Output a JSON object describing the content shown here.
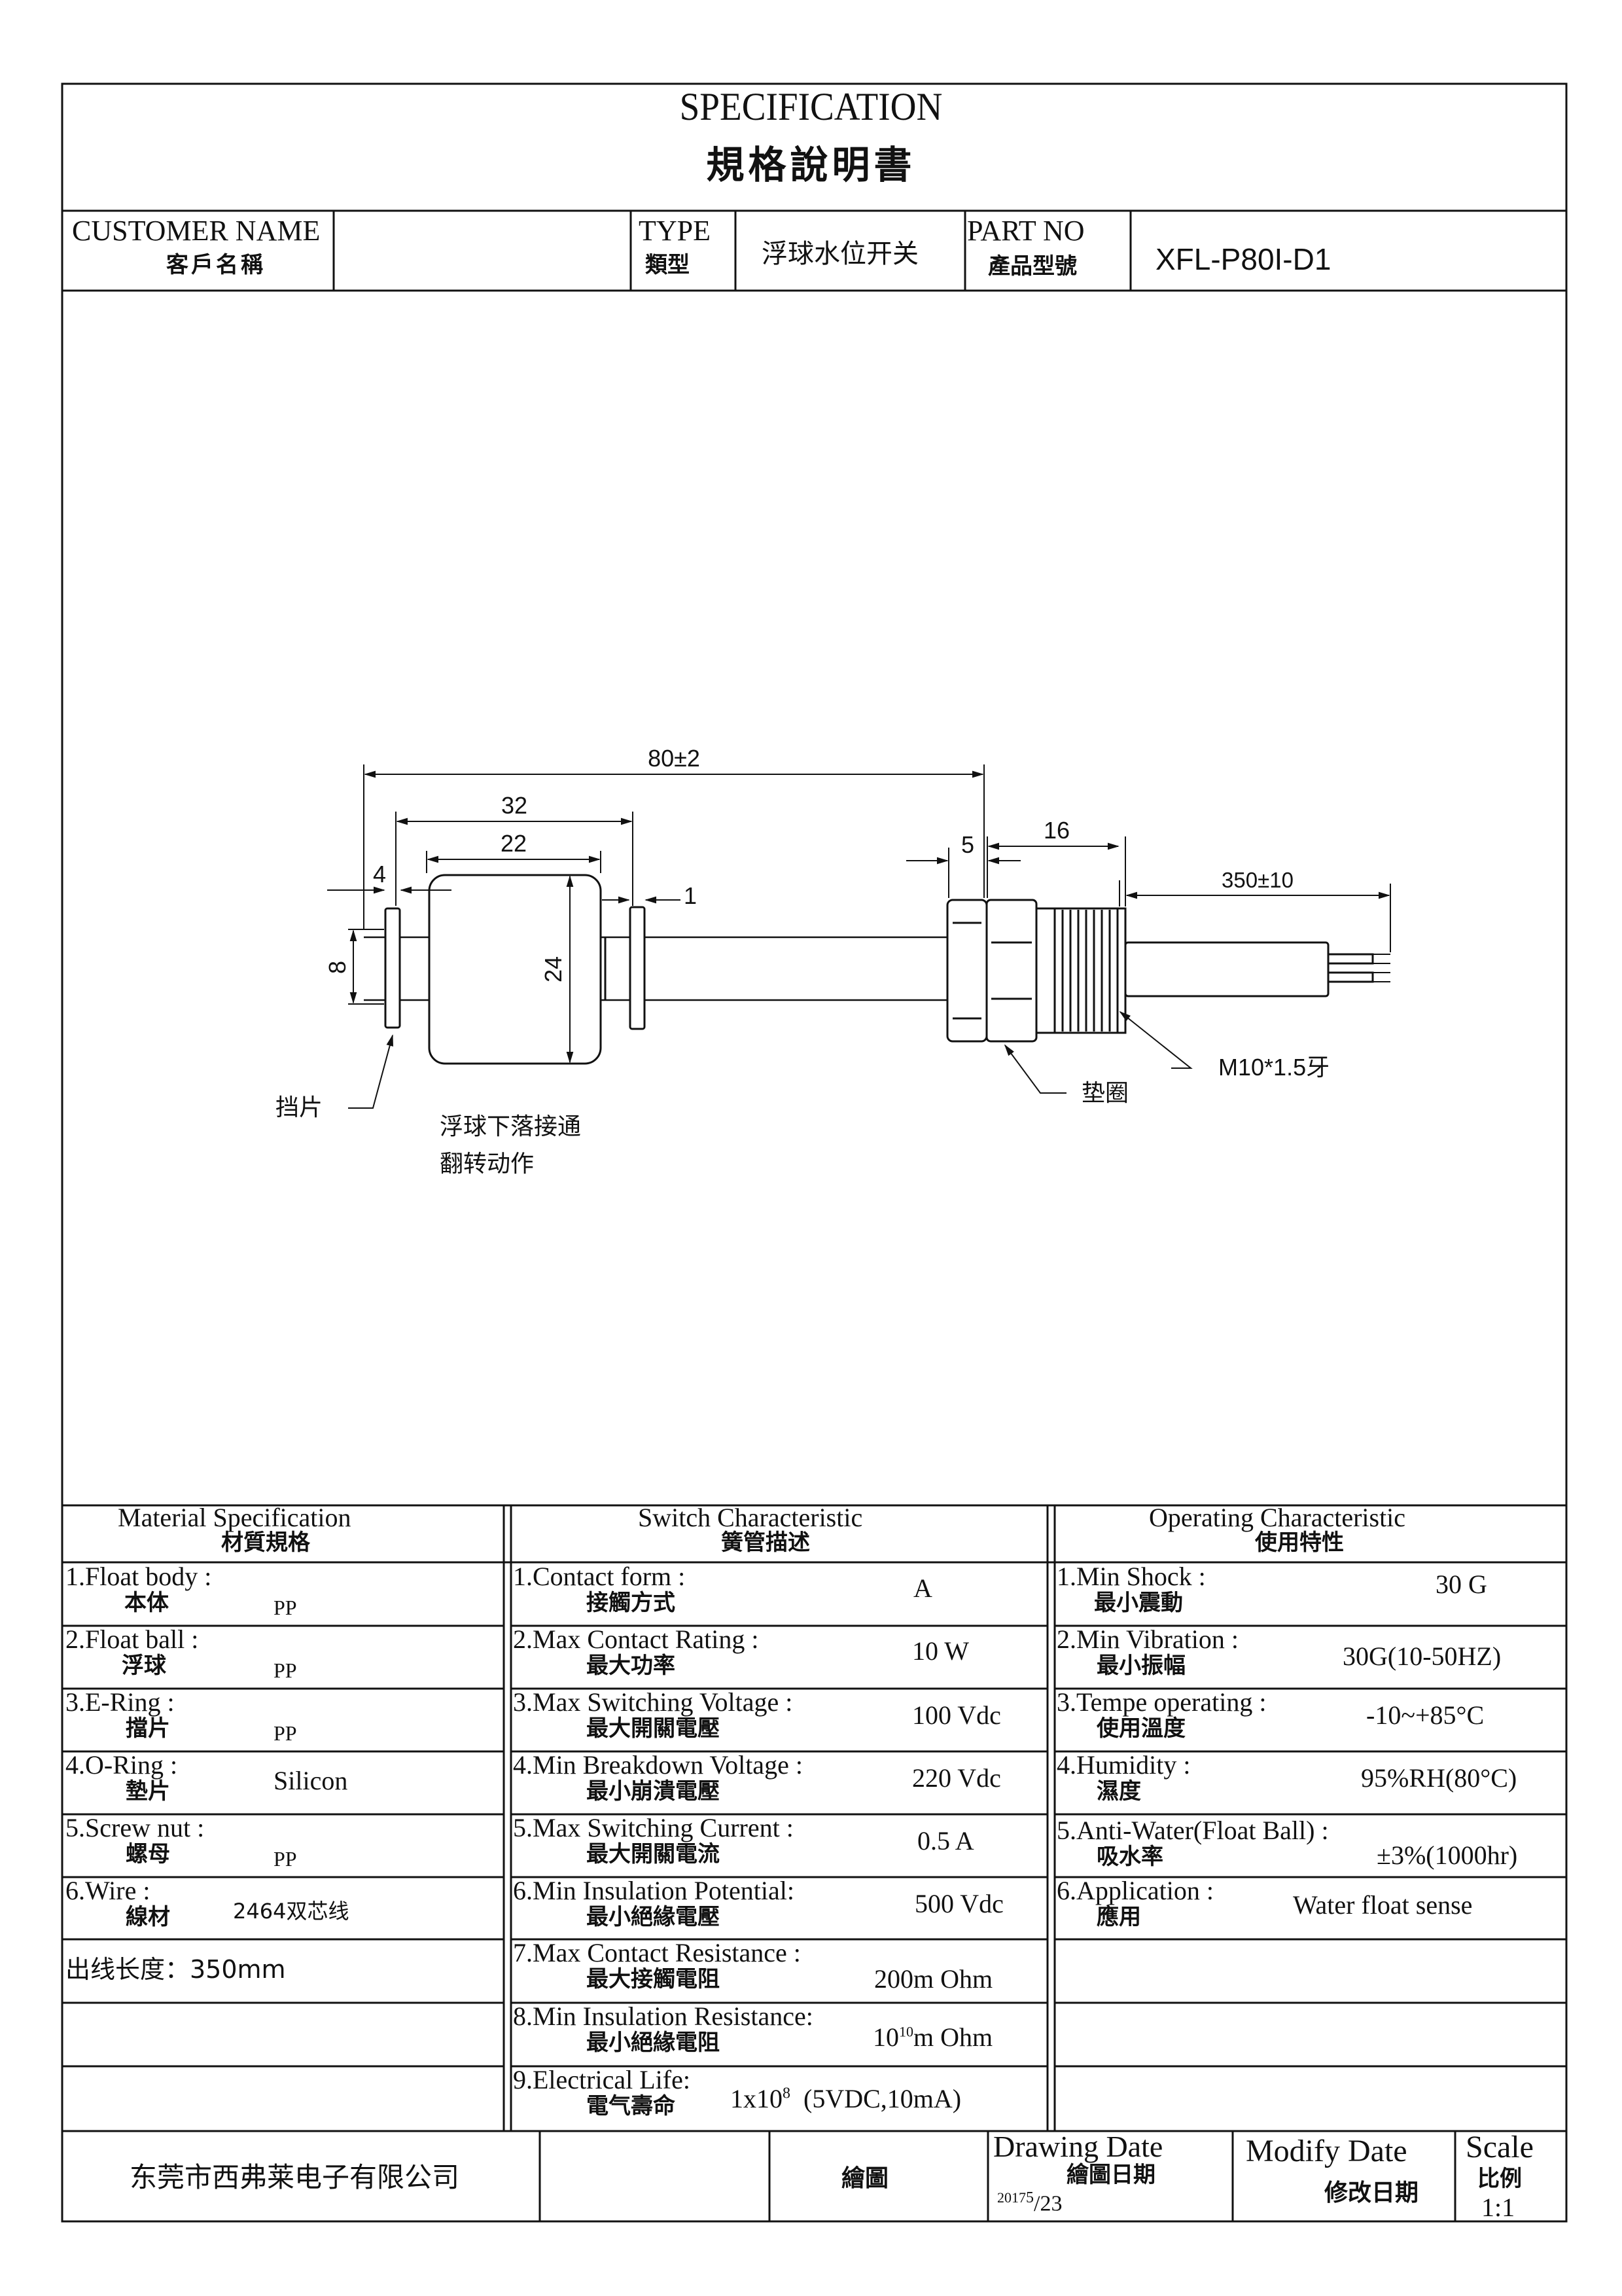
{
  "header": {
    "title_en": "SPECIFICATION",
    "title_zh": "規格說明書",
    "customer_name_en": "CUSTOMER NAME",
    "customer_name_zh": "客戶名稱",
    "customer_name_value": "",
    "type_en": "TYPE",
    "type_zh": "類型",
    "type_value": "浮球水位开关",
    "part_no_en": "PART NO",
    "part_no_zh": "產品型號",
    "part_no_value": "XFL-P80I-D1"
  },
  "drawing": {
    "dim_overall": "80±2",
    "dim_32": "32",
    "dim_22": "22",
    "dim_4": "4",
    "dim_1": "1",
    "dim_8": "8",
    "dim_24": "24",
    "dim_5": "5",
    "dim_16": "16",
    "dim_wire": "350±10",
    "thread_label": "M10*1.5牙",
    "washer_label": "垫圈",
    "clip_label": "挡片",
    "note_line1": "浮球下落接通",
    "note_line2": "翻转动作"
  },
  "material": {
    "header_en": "Material  Specification",
    "header_zh": "材質規格",
    "rows": [
      {
        "en": "1.Float body :",
        "zh": "本体",
        "value": "PP"
      },
      {
        "en": "2.Float ball :",
        "zh": "浮球",
        "value": "PP"
      },
      {
        "en": "3.E-Ring :",
        "zh": "擋片",
        "value": "PP"
      },
      {
        "en": "4.O-Ring :",
        "zh": "墊片",
        "value": "Silicon"
      },
      {
        "en": "5.Screw nut :",
        "zh": "螺母",
        "value": "PP"
      },
      {
        "en": "6.Wire :",
        "zh": "線材",
        "value": "2464双芯线"
      }
    ],
    "wire_length": "出线长度：350mm"
  },
  "switch": {
    "header_en": "Switch Characteristic",
    "header_zh": "簧管描述",
    "rows": [
      {
        "en": "1.Contact form :",
        "zh": "接觸方式",
        "value": "A"
      },
      {
        "en": "2.Max Contact Rating :",
        "zh": "最大功率",
        "value": "10 W"
      },
      {
        "en": "3.Max Switching Voltage :",
        "zh": "最大開關電壓",
        "value": "100 Vdc"
      },
      {
        "en": "4.Min Breakdown Voltage :",
        "zh": "最小崩潰電壓",
        "value": "220 Vdc"
      },
      {
        "en": "5.Max Switching Current :",
        "zh": "最大開關電流",
        "value": "0.5 A"
      },
      {
        "en": "6.Min Insulation Potential:",
        "zh": "最小絕緣電壓",
        "value": "500 Vdc"
      },
      {
        "en": "7.Max Contact Resistance :",
        "zh": "最大接觸電阻",
        "value": "200m Ohm"
      },
      {
        "en": "8.Min Insulation Resistance:",
        "zh": "最小絕緣電阻",
        "value_base": "10",
        "value_sup": "10",
        "value_unit": "m Ohm"
      },
      {
        "en": "9.Electrical Life:",
        "zh": "電气壽命",
        "value_base": "1x10",
        "value_sup": "8",
        "value_unit": "(5VDC,10mA)"
      }
    ]
  },
  "operating": {
    "header_en": "Operating Characteristic",
    "header_zh": "使用特性",
    "rows": [
      {
        "en": "1.Min Shock :",
        "zh": "最小震動",
        "value": "30 G"
      },
      {
        "en": "2.Min Vibration :",
        "zh": "最小振幅",
        "value": "30G(10-50HZ)"
      },
      {
        "en": "3.Tempe operating :",
        "zh": "使用溫度",
        "value": "-10~+85°C"
      },
      {
        "en": "4.Humidity :",
        "zh": "濕度",
        "value": "95%RH(80°C)"
      },
      {
        "en": "5.Anti-Water(Float Ball) :",
        "zh": "吸水率",
        "value": "±3%(1000hr)"
      },
      {
        "en": "6.Application :",
        "zh": "應用",
        "value": "Water float sense"
      }
    ]
  },
  "footer": {
    "company": "东莞市西弗莱电子有限公司",
    "drawn_zh": "繪圖",
    "drawing_date_en": "Drawing Date",
    "drawing_date_zh": "繪圖日期",
    "drawing_date_year": "2017",
    "drawing_date_month": "5",
    "drawing_date_day": "/23",
    "modify_date_en": "Modify Date",
    "modify_date_zh": "修改日期",
    "scale_en": "Scale",
    "scale_zh": "比例",
    "scale_value": "1:1"
  }
}
